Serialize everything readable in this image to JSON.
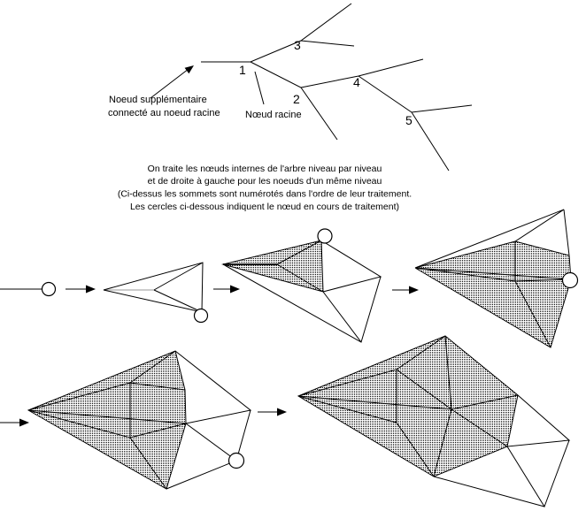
{
  "tree": {
    "node_labels": [
      "1",
      "2",
      "3",
      "4",
      "5"
    ],
    "extra_node_label_line1": "Noeud supplémentaire",
    "extra_node_label_line2": "connecté au noeud racine",
    "root_node_label": "Nœud racine"
  },
  "caption": {
    "line1": "On traite les nœuds internes de l'arbre niveau par niveau",
    "line2": "et de droite à gauche pour les noeuds d'un même niveau",
    "line3": "(Ci-dessus les sommets sont numérotés dans l'ordre de leur traitement.",
    "line4": "Les cercles ci-dessous indiquent le nœud en cours de traitement)"
  },
  "colors": {
    "background": "#ffffff",
    "line": "#000000",
    "shading": "25%-black-stipple-dots"
  }
}
